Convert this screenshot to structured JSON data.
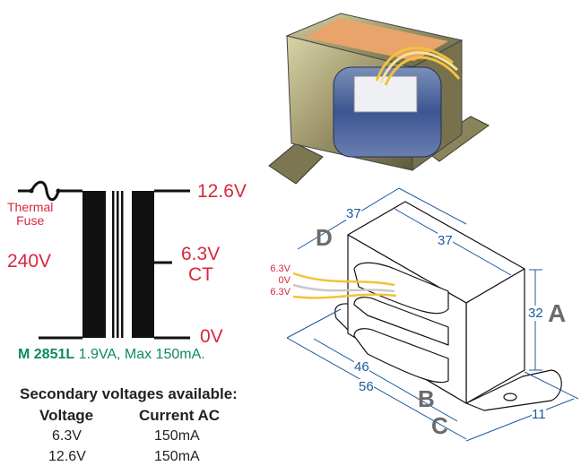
{
  "schematic": {
    "thermal_fuse_line1": "Thermal",
    "thermal_fuse_line2": "Fuse",
    "primary_voltage": "240V",
    "secondary_top": "12.6V",
    "center_tap_voltage": "6.3V",
    "center_tap_label": "CT",
    "secondary_bottom": "0V",
    "model": "M 2851L",
    "rating": "1.9VA, Max 150mA."
  },
  "secondary_table": {
    "title": "Secondary voltages available:",
    "headers": [
      "Voltage",
      "Current AC"
    ],
    "rows": [
      [
        "6.3V",
        "150mA"
      ],
      [
        "12.6V",
        "150mA"
      ]
    ]
  },
  "dimension_drawing": {
    "wire_labels": [
      "6.3V",
      "0V",
      "6.3V"
    ],
    "dimensions": {
      "A": "32",
      "B": "46",
      "C": "56",
      "D": "37",
      "top_depth": "37",
      "foot": "11"
    },
    "letters": [
      "A",
      "B",
      "C",
      "D"
    ]
  },
  "colors": {
    "red": "#d8283c",
    "green": "#0e8a5f",
    "blue": "#1d5aa0",
    "wire_yellow": "#f2c23a"
  }
}
